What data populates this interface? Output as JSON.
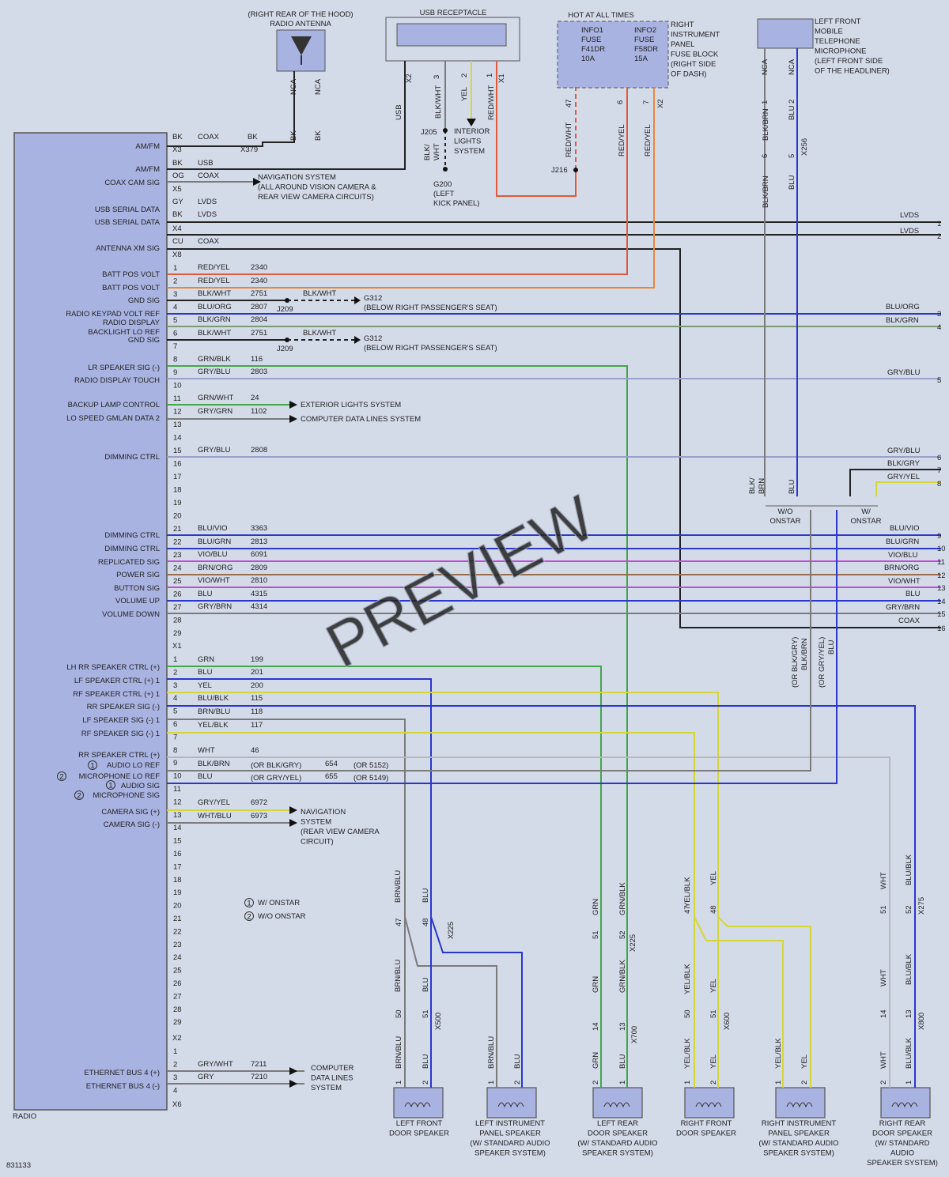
{
  "diagram_id": "831133",
  "watermark": "PREVIEW",
  "colors": {
    "background": "#d3dae8",
    "radio_box": "#a9b3e2",
    "wire_red": "#e05a3a",
    "wire_orange": "#e8873a",
    "wire_blue": "#2a36cc",
    "wire_green": "#43a64a",
    "wire_yellow": "#d5d63a",
    "wire_gray": "#7b7b7b",
    "wire_purple": "#c24ad6",
    "wire_brown": "#9a6e4a",
    "wire_black": "#222222",
    "wire_white": "#b8b8b8",
    "wire_graygreen": "#7b9a6f"
  },
  "headers": {
    "antenna": [
      "(RIGHT REAR OF THE HOOD)",
      "RADIO ANTENNA"
    ],
    "usb": "USB RECEPTACLE",
    "hot": "HOT AT ALL TIMES",
    "fuse1": [
      "INFO1",
      "FUSE",
      "F41DR",
      "10A"
    ],
    "fuse2": [
      "INFO2",
      "FUSE",
      "F58DR",
      "15A"
    ],
    "fuse_block": [
      "RIGHT",
      "INSTRUMENT",
      "PANEL",
      "FUSE BLOCK",
      "(RIGHT SIDE",
      "OF DASH)"
    ],
    "mic": [
      "LEFT FRONT",
      "MOBILE",
      "TELEPHONE",
      "MICROPHONE",
      "(LEFT FRONT SIDE",
      "OF THE HEADLINER)"
    ],
    "interior_lights": [
      "INTERIOR",
      "LIGHTS",
      "SYSTEM"
    ],
    "g200": [
      "G200",
      "(LEFT",
      "KICK PANEL)"
    ],
    "nav_cam": [
      "NAVIGATION SYSTEM",
      "(ALL AROUND VISION CAMERA &",
      "REAR VIEW CAMERA CIRCUITS)"
    ],
    "g312_1": [
      "G312",
      "(BELOW RIGHT PASSENGER'S SEAT)"
    ],
    "g312_2": [
      "G312",
      "(BELOW RIGHT PASSENGER'S SEAT)"
    ],
    "ext_lights": "EXTERIOR LIGHTS SYSTEM",
    "comp_data": "COMPUTER DATA LINES SYSTEM",
    "nav_rear": [
      "NAVIGATION",
      "SYSTEM",
      "(REAR VIEW CAMERA",
      "CIRCUIT)"
    ],
    "comp_data2": [
      "COMPUTER",
      "DATA LINES",
      "SYSTEM"
    ],
    "legend1": "W/ ONSTAR",
    "legend2": "W/O ONSTAR",
    "wo_onstar": [
      "W/O",
      "ONSTAR"
    ],
    "w_onstar": [
      "W/",
      "ONSTAR"
    ],
    "radio_label": "RADIO"
  },
  "radio_labels": [
    "AM/FM",
    "AM/FM",
    "COAX CAM SIG",
    "USB SERIAL DATA",
    "USB SERIAL DATA",
    "ANTENNA XM SIG",
    "BATT POS VOLT",
    "BATT POS VOLT",
    "GND SIG",
    "RADIO KEYPAD VOLT REF",
    "RADIO DISPLAY",
    "BACKLIGHT LO REF",
    "GND SIG",
    "LR SPEAKER SIG (-)",
    "RADIO DISPLAY TOUCH",
    "BACKUP LAMP CONTROL",
    "LO SPEED GMLAN DATA 2",
    "DIMMING CTRL",
    "DIMMING CTRL",
    "DIMMING CTRL",
    "REPLICATED SIG",
    "POWER SIG",
    "BUTTON SIG",
    "VOLUME UP",
    "VOLUME DOWN",
    "LH RR SPEAKER CTRL (+)",
    "LF SPEAKER CTRL (+) 1",
    "RF SPEAKER CTRL (+) 1",
    "RR SPEAKER SIG (-)",
    "LF SPEAKER SIG (-) 1",
    "RF SPEAKER SIG (-) 1",
    "RR SPEAKER CTRL (+)",
    "AUDIO LO REF",
    "MICROPHONE LO REF",
    "AUDIO SIG",
    "MICROPHONE SIG",
    "CAMERA SIG (+)",
    "CAMERA SIG (-)",
    "ETHERNET BUS 4 (+)",
    "ETHERNET BUS 4 (-)"
  ],
  "wire_labels": [
    "BK",
    "COAX",
    "BK",
    "X379",
    "X3",
    "BK",
    "USB",
    "OG",
    "COAX",
    "X5",
    "GY",
    "LVDS",
    "BK",
    "LVDS",
    "X4",
    "CU",
    "COAX",
    "X8",
    "RED/YEL",
    "2340",
    "RED/YEL",
    "2340",
    "BLK/WHT",
    "2751",
    "BLK/WHT",
    "J209",
    "BLU/ORG",
    "2807",
    "BLK/GRN",
    "2804",
    "BLK/WHT",
    "2751",
    "BLK/WHT",
    "J209",
    "GRN/BLK",
    "116",
    "GRY/BLU",
    "2803",
    "GRN/WHT",
    "24",
    "GRY/GRN",
    "1102",
    "GRY/BLU",
    "2808",
    "BLU/VIO",
    "3363",
    "BLU/GRN",
    "2813",
    "VIO/BLU",
    "6091",
    "BRN/ORG",
    "2809",
    "VIO/WHT",
    "2810",
    "BLU",
    "4315",
    "GRY/BRN",
    "4314",
    "X1",
    "GRN",
    "199",
    "BLU",
    "201",
    "YEL",
    "200",
    "BLU/BLK",
    "115",
    "BRN/BLU",
    "118",
    "YEL/BLK",
    "117",
    "WHT",
    "46",
    "BLK/BRN",
    "(OR BLK/GRY)",
    "654",
    "(OR 5152)",
    "BLU",
    "(OR GRY/YEL)",
    "655",
    "(OR 5149)",
    "GRY/YEL",
    "6972",
    "WHT/BLU",
    "6973",
    "X2",
    "GRY/WHT",
    "7211",
    "GRY",
    "7210",
    "X6",
    "LVDS",
    "LVDS",
    "BLU/ORG",
    "BLK/GRN",
    "GRY/BLU",
    "GRY/BLU",
    "BLK/GRY",
    "GRY/YEL",
    "BLU/VIO",
    "BLU/GRN",
    "VIO/BLU",
    "BRN/ORG",
    "VIO/WHT",
    "BLU",
    "GRY/BRN",
    "COAX",
    "NCA",
    "BK",
    "NCA",
    "BK",
    "X2",
    "USB",
    "3",
    "BLK/WHT",
    "2",
    "YEL",
    "1",
    "RED/WHT",
    "X1",
    "J205",
    "BLK/",
    "WHT",
    "47",
    "RED/WHT",
    "J216",
    "6",
    "RED/YEL",
    "7",
    "RED/YEL",
    "X2",
    "NCA",
    "NCA",
    "1",
    "BLK/BRN",
    "2",
    "BLU",
    "6",
    "BLK/BRN",
    "5",
    "BLU",
    "X256",
    "BLK/",
    "BRN",
    "BLU",
    "(OR BLK/GRY)",
    "BLK/BRN",
    "(OR GRY/YEL)",
    "BLU",
    "BRN/BLU",
    "BLU",
    "47",
    "48",
    "X225",
    "BRN/BLU",
    "BLU",
    "50",
    "51",
    "X500",
    "BRN/BLU",
    "BLU",
    "1",
    "2",
    "BRN/BLU",
    "BLU",
    "1",
    "2",
    "GRN",
    "GRN/BLK",
    "51",
    "52",
    "X225",
    "GRN",
    "GRN/BLK",
    "14",
    "13",
    "X700",
    "GRN",
    "BLU",
    "2",
    "1",
    "YEL/BLK",
    "YEL",
    "47",
    "48",
    "YEL/BLK",
    "YEL",
    "50",
    "51",
    "X600",
    "YEL/BLK",
    "YEL",
    "1",
    "2",
    "YEL/BLK",
    "YEL",
    "1",
    "2",
    "WHT",
    "BLU/BLK",
    "51",
    "52",
    "X275",
    "WHT",
    "BLU/BLK",
    "14",
    "13",
    "X800",
    "WHT",
    "BLU/BLK",
    "2",
    "1"
  ],
  "pin_numbers": [
    "1",
    "2",
    "3",
    "4",
    "5",
    "6",
    "7",
    "8",
    "9",
    "10",
    "11",
    "12",
    "13",
    "14",
    "15",
    "16",
    "17",
    "18",
    "19",
    "20",
    "21",
    "22",
    "23",
    "24",
    "25",
    "26",
    "27",
    "28",
    "29",
    "1",
    "2",
    "3",
    "4",
    "5",
    "6",
    "7",
    "8",
    "9",
    "10",
    "11",
    "12",
    "13",
    "14",
    "15",
    "16",
    "17",
    "18",
    "19",
    "20",
    "21",
    "22",
    "23",
    "24",
    "25",
    "26",
    "27",
    "28",
    "29",
    "1",
    "2",
    "3",
    "4",
    "1",
    "2",
    "3",
    "4",
    "5",
    "6",
    "7",
    "8",
    "9",
    "10",
    "11",
    "12",
    "13",
    "14",
    "15",
    "16"
  ],
  "speakers": [
    [
      "LEFT FRONT",
      "DOOR SPEAKER"
    ],
    [
      "LEFT INSTRUMENT",
      "PANEL SPEAKER",
      "(W/ STANDARD AUDIO",
      "SPEAKER SYSTEM)"
    ],
    [
      "LEFT REAR",
      "DOOR SPEAKER",
      "(W/ STANDARD AUDIO",
      "SPEAKER SYSTEM)"
    ],
    [
      "RIGHT FRONT",
      "DOOR SPEAKER"
    ],
    [
      "RIGHT INSTRUMENT",
      "PANEL SPEAKER",
      "(W/ STANDARD AUDIO",
      "SPEAKER SYSTEM)"
    ],
    [
      "RIGHT REAR",
      "DOOR SPEAKER",
      "(W/ STANDARD",
      "AUDIO",
      "SPEAKER SYSTEM)"
    ]
  ],
  "markers": [
    "1",
    "2",
    "1",
    "2",
    "1",
    "2"
  ]
}
